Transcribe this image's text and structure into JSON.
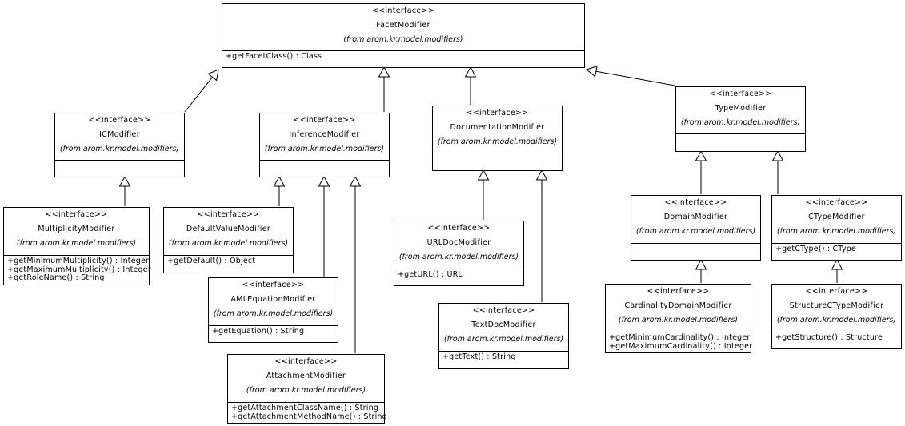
{
  "classes": [
    {
      "stereotype": "<<interface>>",
      "name": "FacetModifier",
      "from": "(from arom.kr.model.modifiers)",
      "operations": [
        "+getFacetClass() : Class"
      ]
    },
    {
      "stereotype": "<<interface>>",
      "name": "ICModifier",
      "from": "(from arom.kr.model.modifiers)",
      "operations": []
    },
    {
      "stereotype": "<<interface>>",
      "name": "InferenceModifier",
      "from": "(from arom.kr.model.modifiers)",
      "operations": []
    },
    {
      "stereotype": "<<interface>>",
      "name": "DocumentationModifier",
      "from": "(from arom.kr.model.modifiers)",
      "operations": []
    },
    {
      "stereotype": "<<interface>>",
      "name": "TypeModifier",
      "from": "(from arom.kr.model.modifiers)",
      "operations": []
    },
    {
      "stereotype": "<<interface>>",
      "name": "MultiplicityModifier",
      "from": "(from arom.kr.model.modifiers)",
      "operations": [
        "+getMinimumMultiplicity() : Integer",
        "+getMaximumMultiplicity() : Integer",
        "+getRoleName() : String"
      ]
    },
    {
      "stereotype": "<<interface>>",
      "name": "DefaultValueModifier",
      "from": "(from arom.kr.model.modifiers)",
      "operations": [
        "+getDefault() : Object"
      ]
    },
    {
      "stereotype": "<<interface>>",
      "name": "AMLEquationModifier",
      "from": "(from arom.kr.model.modifiers)",
      "operations": [
        "+getEquation() : String"
      ]
    },
    {
      "stereotype": "<<interface>>",
      "name": "AttachmentModifier",
      "from": "(from arom.kr.model.modifiers)",
      "operations": [
        "+getAttachmentClassName() : String",
        "+getAttachmentMethodName() : String"
      ]
    },
    {
      "stereotype": "<<interface>>",
      "name": "URLDocModifier",
      "from": "(from arom.kr.model.modifiers)",
      "operations": [
        "+getURL() : URL"
      ]
    },
    {
      "stereotype": "<<interface>>",
      "name": "TextDocModifier",
      "from": "(from arom.kr.model.modifiers)",
      "operations": [
        "+getText() : String"
      ]
    },
    {
      "stereotype": "<<interface>>",
      "name": "DomainModifier",
      "from": "(from arom.kr.model.modifiers)",
      "operations": []
    },
    {
      "stereotype": "<<interface>>",
      "name": "CTypeModifier",
      "from": "(from arom.kr.model.modifiers)",
      "operations": [
        "+getCType() : CType"
      ]
    },
    {
      "stereotype": "<<interface>>",
      "name": "CardinalityDomainModifier",
      "from": "(from arom.kr.model.modifiers)",
      "operations": [
        "+getMinimumCardinality() : Integer",
        "+getMaximumCardinality() : Integer"
      ]
    },
    {
      "stereotype": "<<interface>>",
      "name": "StructureCTypeModifier",
      "from": "(from arom.kr.model.modifiers)",
      "operations": [
        "+getStructure() : Structure"
      ]
    }
  ],
  "generalizations": [
    {
      "child": "ICModifier",
      "parent": "FacetModifier"
    },
    {
      "child": "InferenceModifier",
      "parent": "FacetModifier"
    },
    {
      "child": "DocumentationModifier",
      "parent": "FacetModifier"
    },
    {
      "child": "TypeModifier",
      "parent": "FacetModifier"
    },
    {
      "child": "MultiplicityModifier",
      "parent": "ICModifier"
    },
    {
      "child": "DefaultValueModifier",
      "parent": "InferenceModifier"
    },
    {
      "child": "AMLEquationModifier",
      "parent": "InferenceModifier"
    },
    {
      "child": "AttachmentModifier",
      "parent": "InferenceModifier"
    },
    {
      "child": "URLDocModifier",
      "parent": "DocumentationModifier"
    },
    {
      "child": "TextDocModifier",
      "parent": "DocumentationModifier"
    },
    {
      "child": "DomainModifier",
      "parent": "TypeModifier"
    },
    {
      "child": "CTypeModifier",
      "parent": "TypeModifier"
    },
    {
      "child": "CardinalityDomainModifier",
      "parent": "DomainModifier"
    },
    {
      "child": "StructureCTypeModifier",
      "parent": "CTypeModifier"
    }
  ]
}
